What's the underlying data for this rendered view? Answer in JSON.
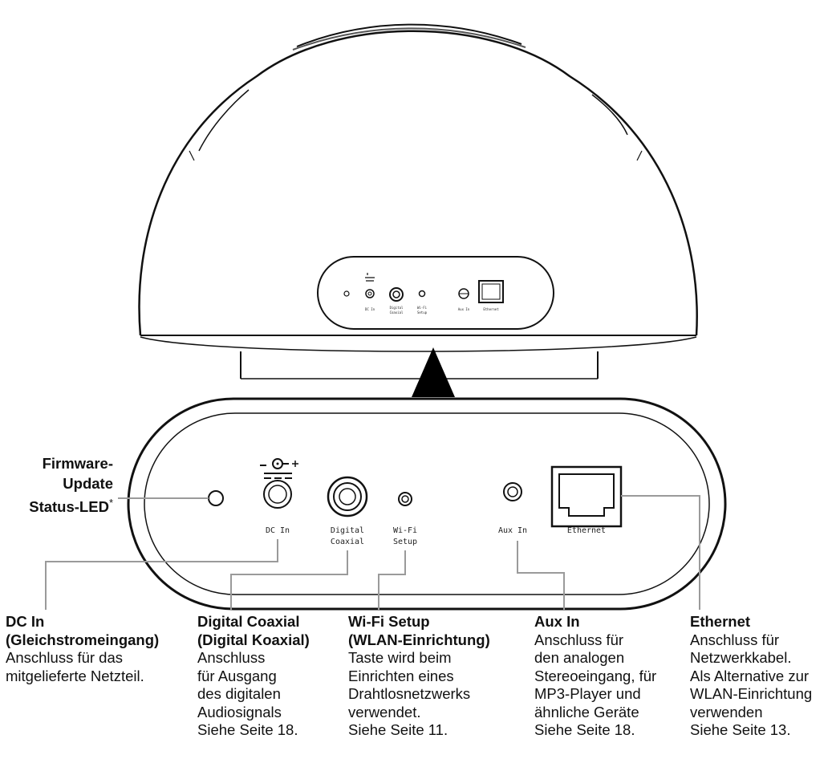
{
  "firmware_label": {
    "line1": "Firmware-",
    "line2": "Update",
    "line3": "Status-LED",
    "asterisk": "*"
  },
  "panel_labels": {
    "dc_in": "DC In",
    "digital": "Digital",
    "coaxial": "Coaxial",
    "wifi": "Wi-Fi",
    "setup": "Setup",
    "aux_in": "Aux In",
    "ethernet": "Ethernet"
  },
  "descriptions": [
    {
      "title1": "DC In",
      "title2": "(Gleichstromeingang)",
      "body": "Anschluss für das\nmitgelieferte Netzteil."
    },
    {
      "title1": "Digital Coaxial",
      "title2": "(Digital Koaxial)",
      "body": "Anschluss\nfür Ausgang\ndes digitalen\nAudiosignals\nSiehe Seite 18."
    },
    {
      "title1": "Wi-Fi Setup",
      "title2": "(WLAN-Einrichtung)",
      "body": "Taste wird beim\nEinrichten eines\nDrahtlosnetzwerks\nverwendet.\nSiehe Seite 11."
    },
    {
      "title1": "Aux In",
      "title2": "",
      "body": "Anschluss für\nden analogen\nStereoeingang, für\nMP3-Player und\nähnliche Geräte\nSiehe Seite 18."
    },
    {
      "title1": "Ethernet",
      "title2": "",
      "body": "Anschluss für\nNetzwerkkabel.\nAls Alternative zur\nWLAN-Einrichtung\nverwenden\nSiehe Seite 13."
    }
  ]
}
